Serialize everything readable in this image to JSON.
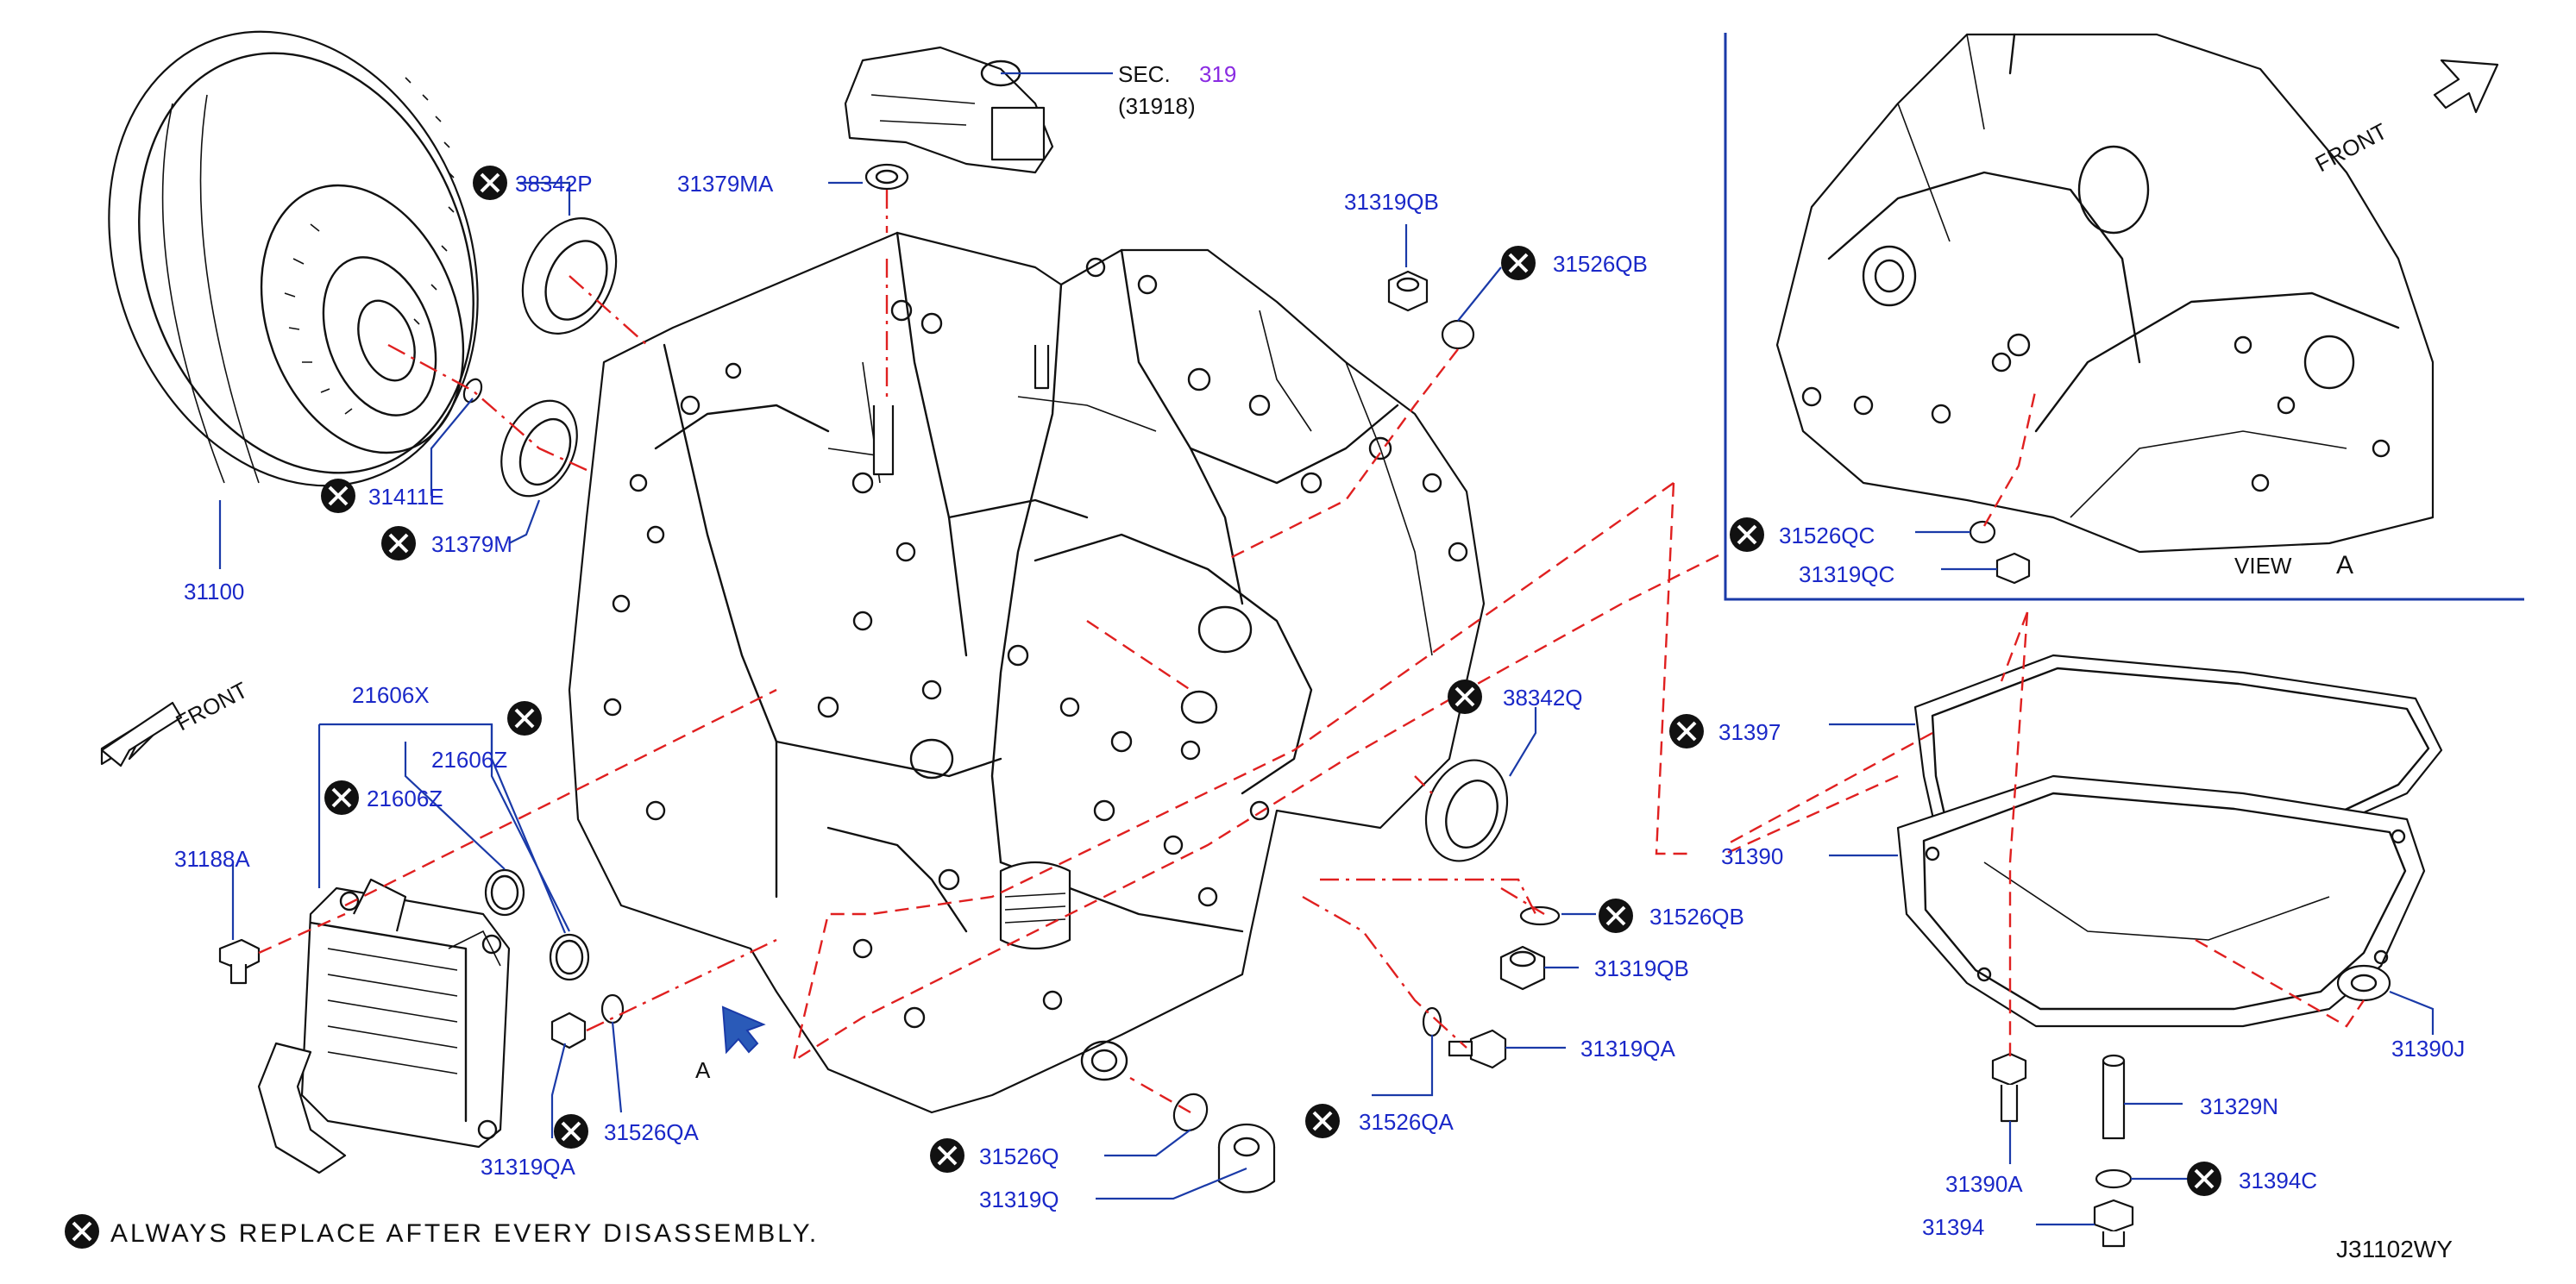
{
  "labels": {
    "sec": "SEC.",
    "sec_num": "319",
    "sec_sub": "(31918)",
    "p31379MA": "31379MA",
    "p38342P": "38342P",
    "p31411E": "31411E",
    "p31379M": "31379M",
    "p31100": "31100",
    "p31319QB_top": "31319QB",
    "p31526QB_top": "31526QB",
    "p38342Q": "38342Q",
    "p31397": "31397",
    "p31390": "31390",
    "p31526QB_mid": "31526QB",
    "p31319QB_mid": "31319QB",
    "p31319QA_right": "31319QA",
    "p31526QA_right": "31526QA",
    "p31526Q": "31526Q",
    "p31319Q": "31319Q",
    "p21606X": "21606X",
    "p21606Z_right": "21606Z",
    "p21606Z_left": "21606Z",
    "p31188A": "31188A",
    "p31526QA_left": "31526QA",
    "p31319QA_left": "31319QA",
    "view_a_arrow": "A",
    "p31526QC": "31526QC",
    "p31319QC": "31319QC",
    "view": "VIEW",
    "view_letter": "A",
    "p31390J": "31390J",
    "p31329N": "31329N",
    "p31390A": "31390A",
    "p31394C": "31394C",
    "p31394": "31394",
    "front_left": "FRONT",
    "front_inset": "FRONT",
    "footnote": "ALWAYS  REPLACE  AFTER  EVERY  DISASSEMBLY.",
    "diagram_code": "J31102WY"
  },
  "colors": {
    "label": "#1a28c8",
    "leader": "#1a3aa8",
    "dashed_line": "#e02020",
    "ink": "#111111",
    "section_ref": "#8a2be2",
    "arrow_fill": "#2a5ab8"
  },
  "icons": {
    "replace_marker": "circle-x-icon",
    "front_arrow": "arrow-outline-icon",
    "view_arrow": "arrow-solid-icon"
  }
}
